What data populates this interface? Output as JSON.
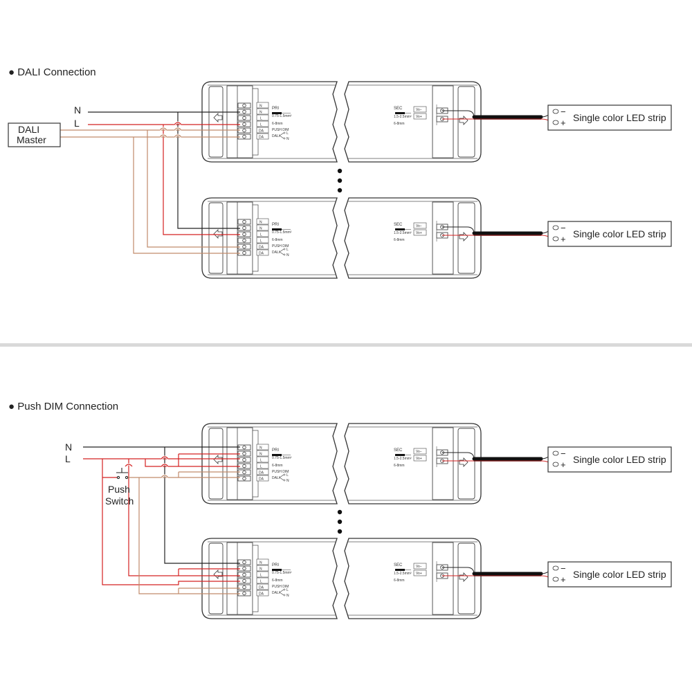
{
  "sections": {
    "dali": {
      "title": "● DALI Connection"
    },
    "push": {
      "title": "● Push DIM Connection"
    }
  },
  "mains": {
    "n_label": "N",
    "l_label": "L"
  },
  "dali_master": {
    "line1": "DALI",
    "line2": "Master"
  },
  "push_switch": {
    "line1": "Push",
    "line2": "Switch"
  },
  "driver": {
    "terminals": [
      "N",
      "N",
      "L",
      "L",
      "DA",
      "DA"
    ],
    "pri_title": "PRI",
    "pri_wire": "0.75-1.5mm²",
    "pri_strip": "6-8mm",
    "push_dim": "PUSH DIM",
    "dali_label": "DALI",
    "pd_l": "L",
    "pd_n": "N",
    "sec_title": "SEC",
    "sec_wire": "1.5-2.5mm²",
    "sec_strip": "6-8mm",
    "out_neg": "Vo−",
    "out_pos": "Vo+"
  },
  "led_strip": {
    "label": "Single color LED strip",
    "minus": "−",
    "plus": "+"
  },
  "colors": {
    "neutral": "#222222",
    "live": "#d42020",
    "dali": "#c08a6a",
    "housing": "#333333",
    "cable": "#111111",
    "separator": "#d9d9d9"
  }
}
